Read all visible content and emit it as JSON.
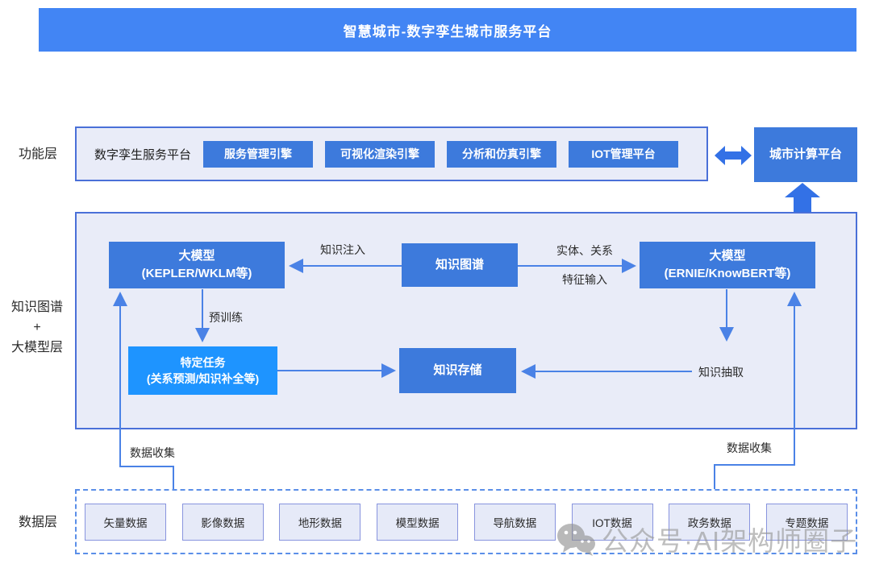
{
  "title": "智慧城市-数字孪生城市服务平台",
  "function_layer": {
    "label": "功能层",
    "platform_label": "数字孪生服务平台",
    "engines": [
      "服务管理引擎",
      "可视化渲染引擎",
      "分析和仿真引擎",
      "IOT管理平台"
    ],
    "city_platform": "城市计算平台"
  },
  "knowledge_layer": {
    "label": "知识图谱\n+\n大模型层",
    "boxes": {
      "llm_left": "大模型\n(KEPLER/WKLM等)",
      "knowledge_graph": "知识图谱",
      "llm_right": "大模型\n(ERNIE/KnowBERT等)",
      "specific_task": "特定任务\n(关系预测/知识补全等)",
      "knowledge_storage": "知识存储"
    },
    "edge_labels": {
      "knowledge_injection": "知识注入",
      "entity_relation": "实体、关系",
      "feature_input": "特征输入",
      "pretrain": "预训练",
      "knowledge_extraction": "知识抽取",
      "data_collection_left": "数据收集",
      "data_collection_right": "数据收集"
    }
  },
  "data_layer": {
    "label": "数据层",
    "items": [
      "矢量数据",
      "影像数据",
      "地形数据",
      "模型数据",
      "导航数据",
      "IOT数据",
      "政务数据",
      "专题数据"
    ]
  },
  "watermark": {
    "icon": "wechat-icon",
    "text": "公众号·AI架构师圈子"
  },
  "colors": {
    "banner": "#4285f4",
    "box": "#3d7adc",
    "bright": "#1e94ff",
    "panel": "#e9ecf8",
    "panel-border": "#4a70d8",
    "connector": "#4a82e6",
    "thick": "#3371e6",
    "databox": "#e6eaf8",
    "databox-border": "#8894de",
    "dashed": "#5b8fe8",
    "watermark": "#979797"
  }
}
